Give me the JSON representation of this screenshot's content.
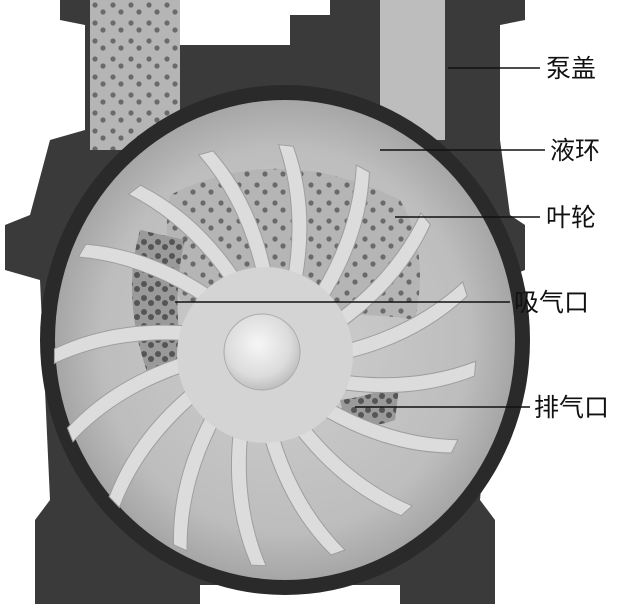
{
  "diagram": {
    "labels": {
      "pump_cover": "泵盖",
      "liquid_ring": "液环",
      "impeller": "叶轮",
      "suction_port": "吸气口",
      "discharge_port": "排气口"
    },
    "colors": {
      "casing": "#3a3a3a",
      "liquid_ring_fill": "#b8b8b8",
      "impeller_blade": "#dcdcdc",
      "hub": "#e6e6e6",
      "gas_dots": "#6a6a6a"
    }
  }
}
